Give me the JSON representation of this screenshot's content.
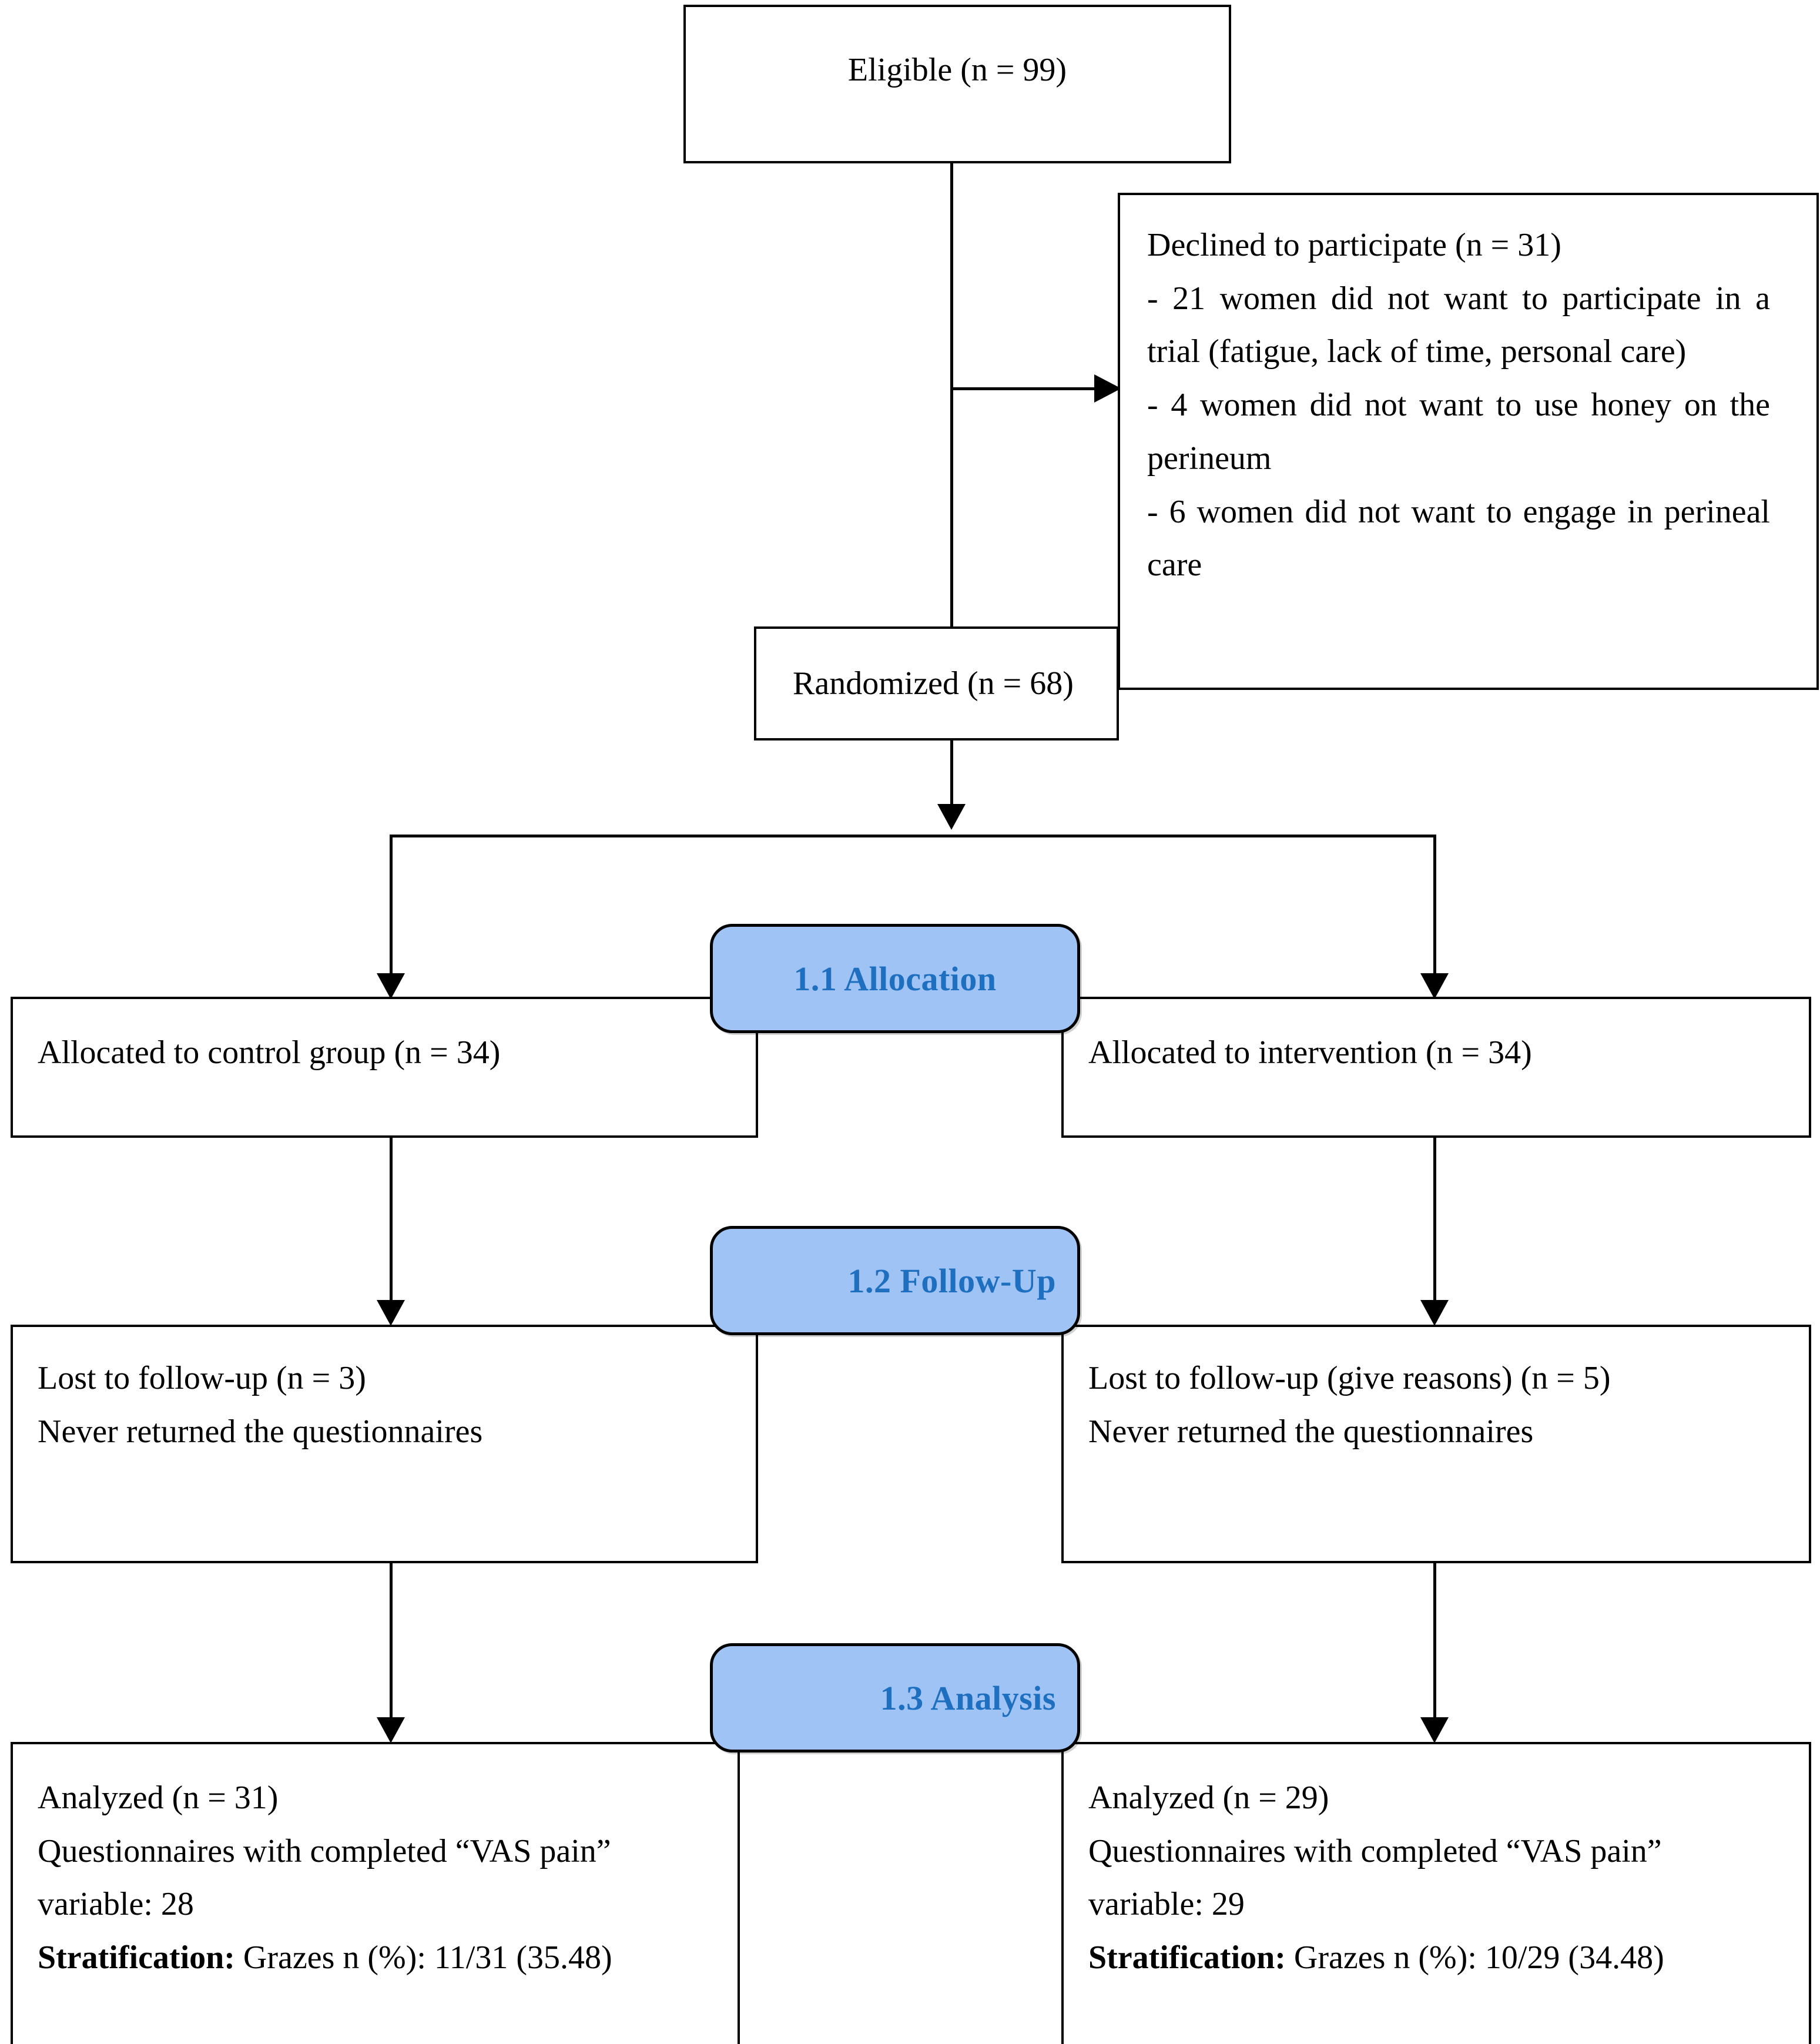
{
  "diagram": {
    "title": "CONSORT participant flow diagram",
    "accent_blue_fill": "#9FC3F5",
    "accent_blue_text": "#1F6FC0",
    "line_color": "#000000",
    "background": "#ffffff"
  },
  "nodes": {
    "eligible": {
      "label": "Eligible (n = 99)",
      "n": 99
    },
    "declined": {
      "heading": "Declined to participate (n = 31)",
      "n": 31,
      "reasons": [
        "- 21 women did not want to participate in a trial (fatigue, lack of time, personal care)",
        "- 4 women did not want to use honey on the perineum",
        "- 6 women did not want to engage in perineal care"
      ]
    },
    "randomized": {
      "label": "Randomized (n = 68)",
      "n": 68
    }
  },
  "stages": {
    "allocation": "1.1 Allocation",
    "followup": "1.2 Follow-Up",
    "analysis": "1.3 Analysis"
  },
  "arms": {
    "control": {
      "allocation": "Allocated to control group (n = 34)",
      "allocation_n": 34,
      "followup_line1": "Lost to follow-up (n = 3)",
      "followup_n": 3,
      "followup_line2": "Never returned the questionnaires",
      "analysis_line1": "Analyzed (n = 31)",
      "analysis_n": 31,
      "analysis_line2": "Questionnaires with completed “VAS pain”",
      "analysis_line3": "variable: 28",
      "analysis_vas_variable": 28,
      "strat_label": "Stratification:",
      "strat_value": " Grazes n (%): 11/31 (35.48)"
    },
    "intervention": {
      "allocation": "Allocated to intervention (n = 34)",
      "allocation_n": 34,
      "followup_line1": "Lost to follow-up (give reasons) (n = 5)",
      "followup_n": 5,
      "followup_line2": "Never returned the questionnaires",
      "analysis_line1": "Analyzed (n = 29)",
      "analysis_n": 29,
      "analysis_line2": "Questionnaires with completed “VAS pain”",
      "analysis_line3": "variable: 29",
      "analysis_vas_variable": 29,
      "strat_label": "Stratification:",
      "strat_value": " Grazes n (%): 10/29 (34.48)"
    }
  }
}
